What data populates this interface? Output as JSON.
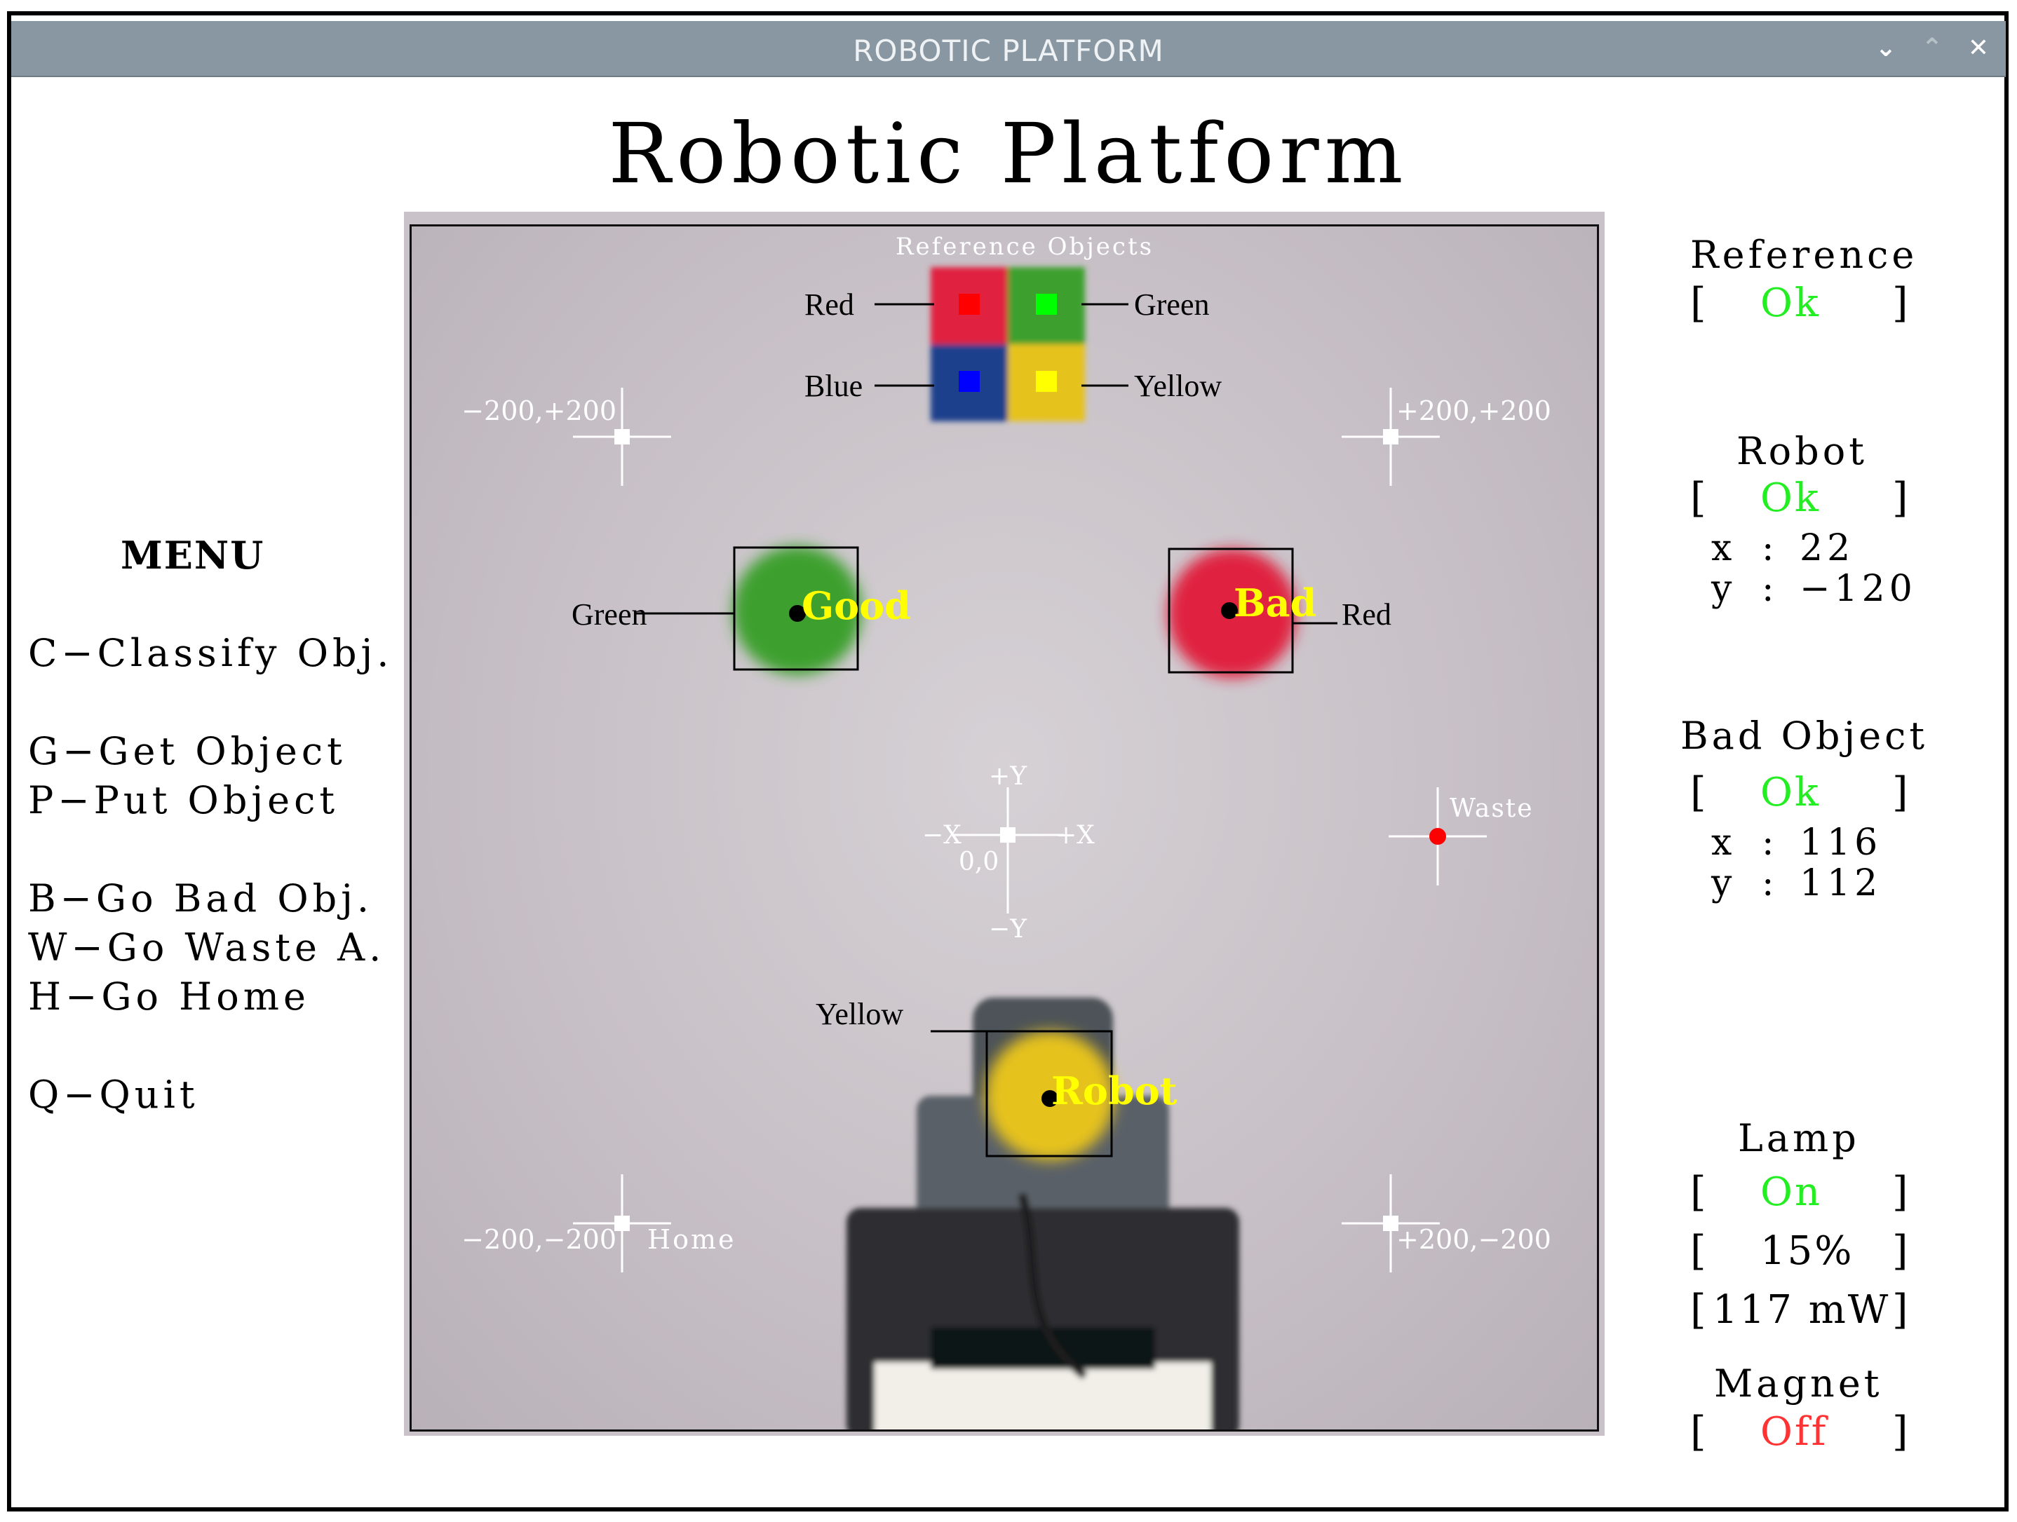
{
  "window": {
    "title": "ROBOTIC PLATFORM",
    "controls": {
      "minimize": "⌄",
      "maximize": "⌃",
      "close": "✕"
    }
  },
  "app_title": "Robotic Platform",
  "menu": {
    "heading": "MENU",
    "items": [
      "C−Classify Obj.",
      "G−Get Object",
      "P−Put Object",
      "B−Go Bad Obj.",
      "W−Go Waste A.",
      "H−Go Home",
      "Q−Quit"
    ]
  },
  "camera": {
    "reference_title": "Reference Objects",
    "reference_labels": {
      "red": "Red",
      "green": "Green",
      "blue": "Blue",
      "yellow": "Yellow"
    },
    "corner_labels": {
      "top_left": "−200,+200",
      "top_right": "+200,+200",
      "bottom_left": "−200,−200",
      "bottom_right": "+200,−200"
    },
    "home_label": "Home",
    "waste_label": "Waste",
    "axes": {
      "py": "+Y",
      "ny": "−Y",
      "nx": "−X",
      "px": "+X",
      "origin": "0,0"
    },
    "objects": {
      "good": {
        "color_label": "Green",
        "tag": "Good"
      },
      "bad": {
        "color_label": "Red",
        "tag": "Bad"
      },
      "robot": {
        "color_label": "Yellow",
        "tag": "Robot"
      }
    },
    "colors": {
      "red": "#e0203f",
      "green": "#3ca02d",
      "blue": "#1d3f8c",
      "yellow": "#e6c21d",
      "tag_yellow": "#ffff00",
      "waste_dot": "#ff0000"
    }
  },
  "status": {
    "reference": {
      "label": "Reference",
      "value": "Ok"
    },
    "robot": {
      "label": "Robot",
      "value": "Ok",
      "x_label": "x",
      "x": "22",
      "y_label": "y",
      "y": "−120"
    },
    "bad_object": {
      "label": "Bad Object",
      "value": "Ok",
      "x_label": "x",
      "x": "116",
      "y_label": "y",
      "y": "112"
    },
    "lamp": {
      "label": "Lamp",
      "value": "On",
      "percent": "15%",
      "power": "117 mW"
    },
    "magnet": {
      "label": "Magnet",
      "value": "Off"
    },
    "colors": {
      "ok": "#22ee22",
      "off": "#ff3333"
    }
  }
}
